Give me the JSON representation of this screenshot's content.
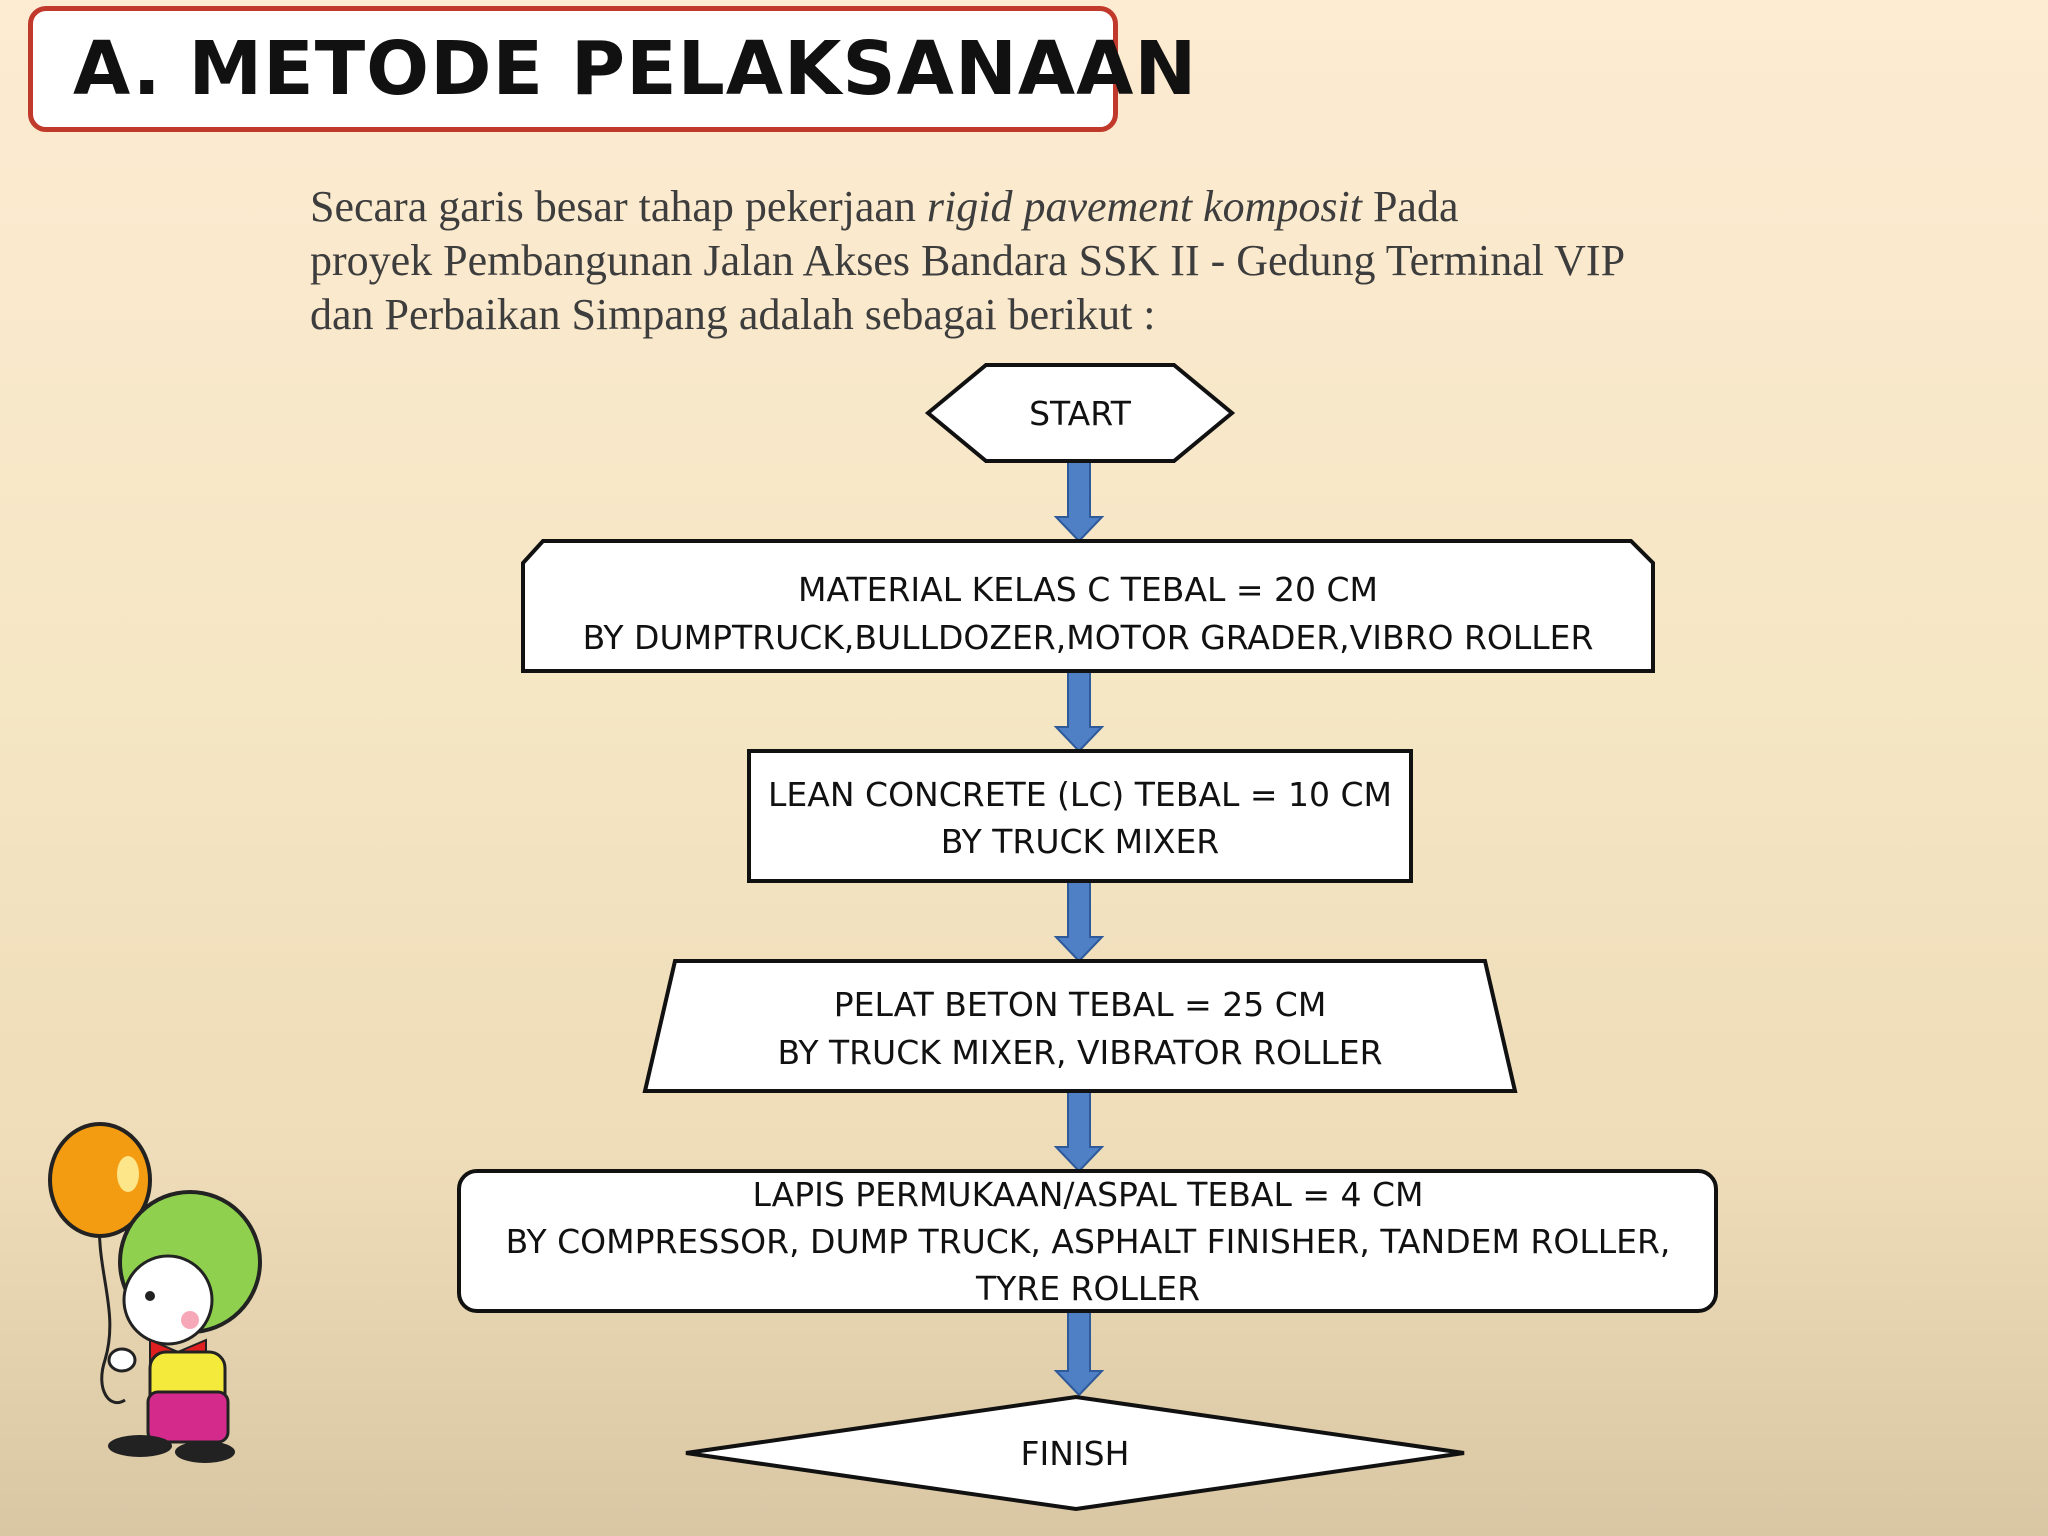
{
  "title": "A. METODE PELAKSANAAN",
  "intro": {
    "line1_a": "Secara  garis besar  tahap pekerjaan ",
    "line1_italic": "rigid pavement komposit",
    "line1_b": " Pada",
    "line2": "proyek Pembangunan Jalan Akses Bandara SSK II - Gedung Terminal VIP",
    "line3": "dan Perbaikan Simpang   adalah sebagai berikut  :"
  },
  "flowchart": {
    "start": "START",
    "steps": [
      {
        "line1": "MATERIAL KELAS C TEBAL = 20 CM",
        "line2": "BY DUMPTRUCK,BULLDOZER,MOTOR GRADER,VIBRO ROLLER"
      },
      {
        "line1": "LEAN CONCRETE (LC) TEBAL = 10 CM",
        "line2": "BY TRUCK MIXER"
      },
      {
        "line1": "PELAT BETON TEBAL  = 25 CM",
        "line2": "BY TRUCK MIXER, VIBRATOR ROLLER"
      },
      {
        "line1": "LAPIS PERMUKAAN/ASPAL TEBAL = 4 CM",
        "line2": "BY COMPRESSOR, DUMP TRUCK, ASPHALT FINISHER, TANDEM ROLLER,",
        "line3": "TYRE ROLLER"
      }
    ],
    "finish": "FINISH"
  },
  "colors": {
    "title_border": "#c0392b",
    "arrow_fill": "#4f7fc4",
    "arrow_stroke": "#2e5a9a"
  }
}
